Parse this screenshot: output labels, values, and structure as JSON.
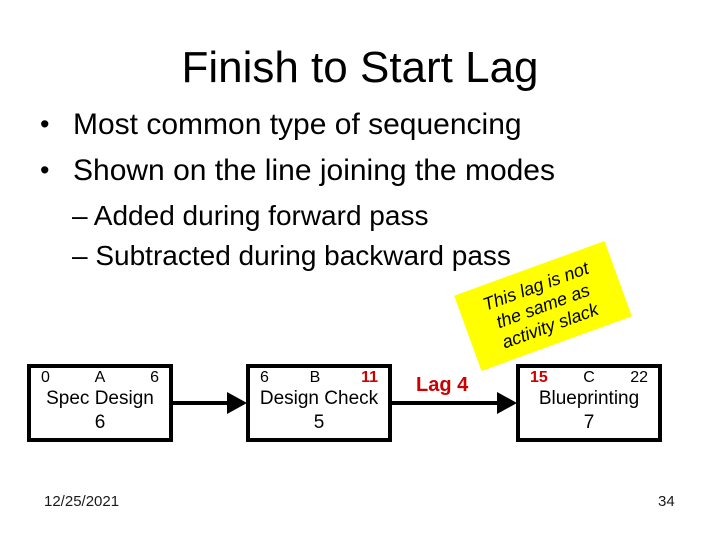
{
  "slide": {
    "title": "Finish to Start Lag",
    "bullet_marker": "•",
    "bullets": [
      "Most common type of sequencing",
      "Shown on the line joining the modes"
    ],
    "sub_bullets": [
      "– Added during forward pass",
      "– Subtracted during backward pass"
    ],
    "note": {
      "lines": [
        "This lag is not",
        "the same as",
        "activity slack"
      ]
    },
    "diagram": {
      "nodes": [
        {
          "early_start": "0",
          "letter": "A",
          "early_finish": "6",
          "name": "Spec Design",
          "duration": "6"
        },
        {
          "early_start": "6",
          "letter": "B",
          "early_finish": "11",
          "name": "Design Check",
          "duration": "5"
        },
        {
          "early_start": "15",
          "letter": "C",
          "early_finish": "22",
          "name": "Blueprinting",
          "duration": "7"
        }
      ],
      "lag_label": "Lag 4"
    },
    "footer": {
      "date": "12/25/2021",
      "page_number": "34"
    },
    "colors": {
      "accent_red": "#CC0000",
      "note_yellow": "#FFFF00",
      "text": "#000000",
      "background": "#FFFFFF"
    }
  }
}
